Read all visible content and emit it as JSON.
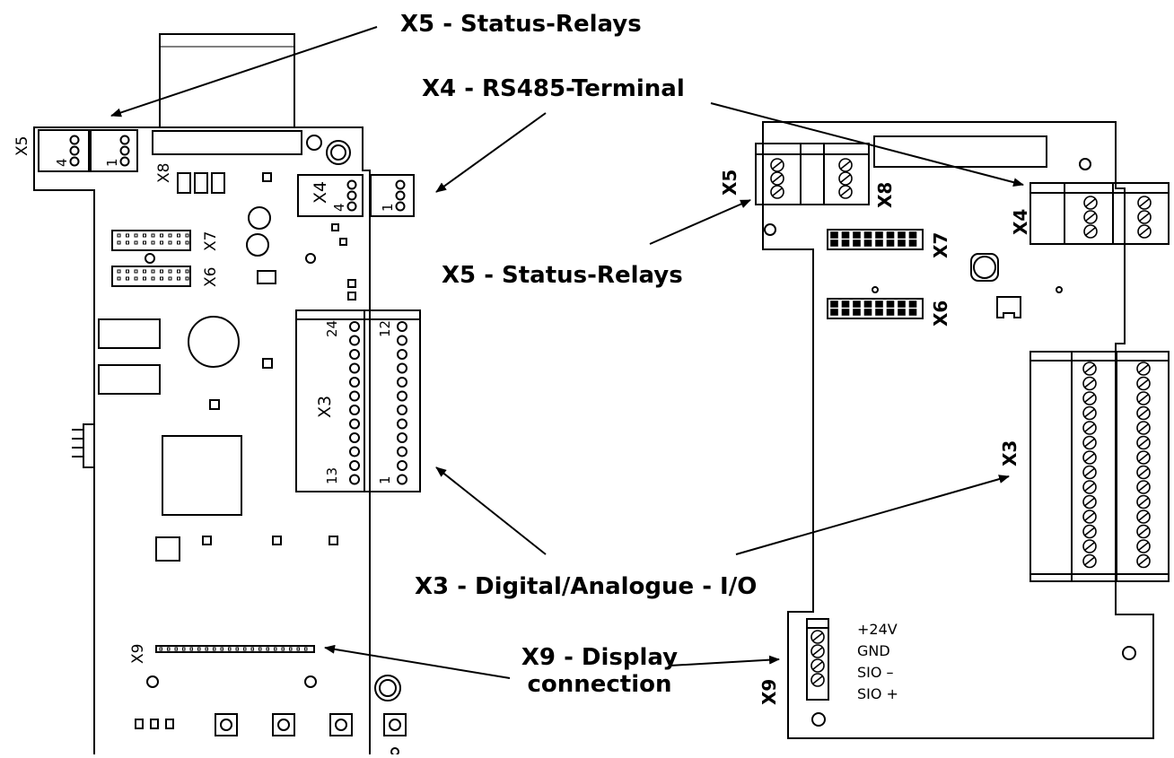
{
  "callouts": {
    "x5_top": "X5 - Status-Relays",
    "x4": "X4 - RS485-Terminal",
    "x5_mid": "X5 - Status-Relays",
    "x3": "X3 - Digital/Analogue - I/O",
    "x9_line1": "X9 - Display",
    "x9_line2": "connection"
  },
  "left_board": {
    "labels": {
      "x5": "X5",
      "x8": "X8",
      "x4": "X4",
      "x7": "X7",
      "x6": "X6",
      "x3": "X3",
      "x9": "X9",
      "pin_x5_4": "4",
      "pin_x8_1": "1",
      "pin_x4_4": "4",
      "pin_x4_1": "1",
      "pin_x3_24": "24",
      "pin_x3_12": "12",
      "pin_x3_13": "13",
      "pin_x3_1": "1"
    }
  },
  "right_board": {
    "labels": {
      "x5": "X5",
      "x8": "X8",
      "x4": "X4",
      "x7": "X7",
      "x6": "X6",
      "x3": "X3",
      "x9": "X9"
    },
    "x9_pins": [
      "+24V",
      "GND",
      "SIO –",
      "SIO +"
    ]
  }
}
